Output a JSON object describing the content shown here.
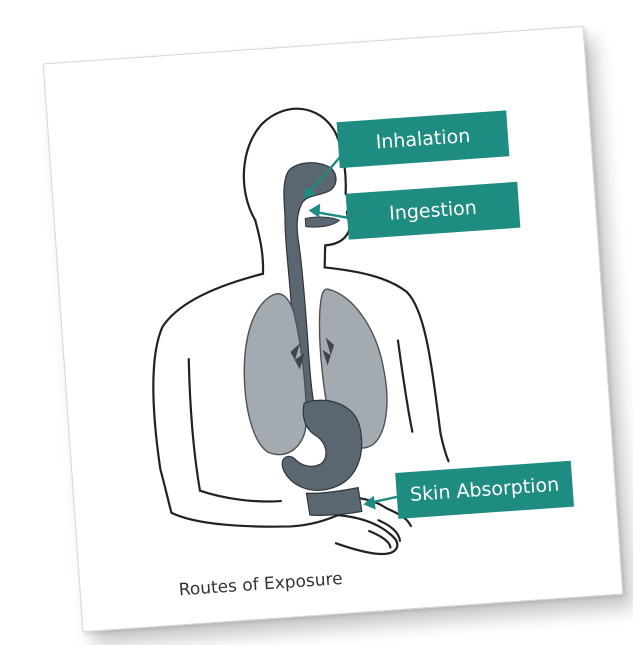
{
  "labels": {
    "inhalation": "Inhalation",
    "ingestion": "Ingestion",
    "skin_absorption": "Skin Absorption"
  },
  "caption": "Routes of Exposure",
  "colors": {
    "label_background": "#1e8c80",
    "label_text": "#ffffff",
    "organ_dark": "#5b6770",
    "organ_light": "#a3aab0",
    "outline": "#222222"
  }
}
